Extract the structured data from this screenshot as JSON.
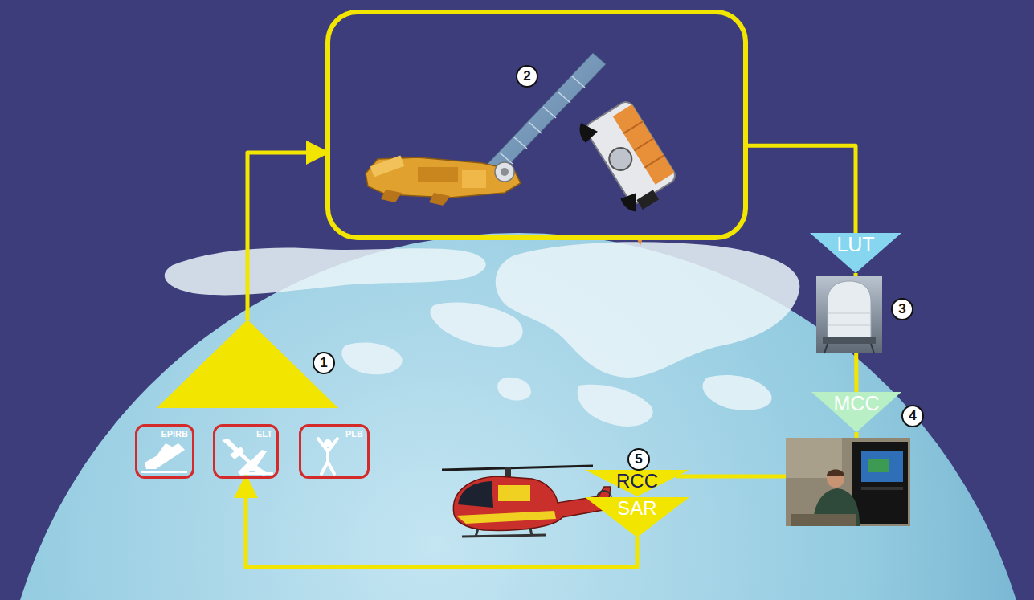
{
  "diagram": {
    "nodes": [
      {
        "text": [
          "1"
        ]
      },
      {
        "text": [
          "EPIRB"
        ]
      },
      {
        "text": [
          "ELT"
        ]
      },
      {
        "text": [
          "PLB"
        ]
      },
      {
        "text": [
          "2"
        ]
      },
      {
        "text": [
          "LUT"
        ]
      },
      {
        "text": [
          "MCC"
        ]
      },
      {
        "text": [
          "RCC"
        ]
      },
      {
        "text": [
          "SAR"
        ]
      }
    ],
    "edges": [
      {
        "from": 0,
        "to": 4,
        "arrow": "to"
      },
      {
        "from": 4,
        "to": 5,
        "arrow": "none"
      },
      {
        "from": 5,
        "to": 6,
        "arrow": "none"
      },
      {
        "from": 6,
        "to": 7,
        "arrow": "none"
      },
      {
        "from": 8,
        "to": 2,
        "arrow": "to"
      }
    ],
    "labels": [
      "3",
      "4",
      "5"
    ]
  }
}
